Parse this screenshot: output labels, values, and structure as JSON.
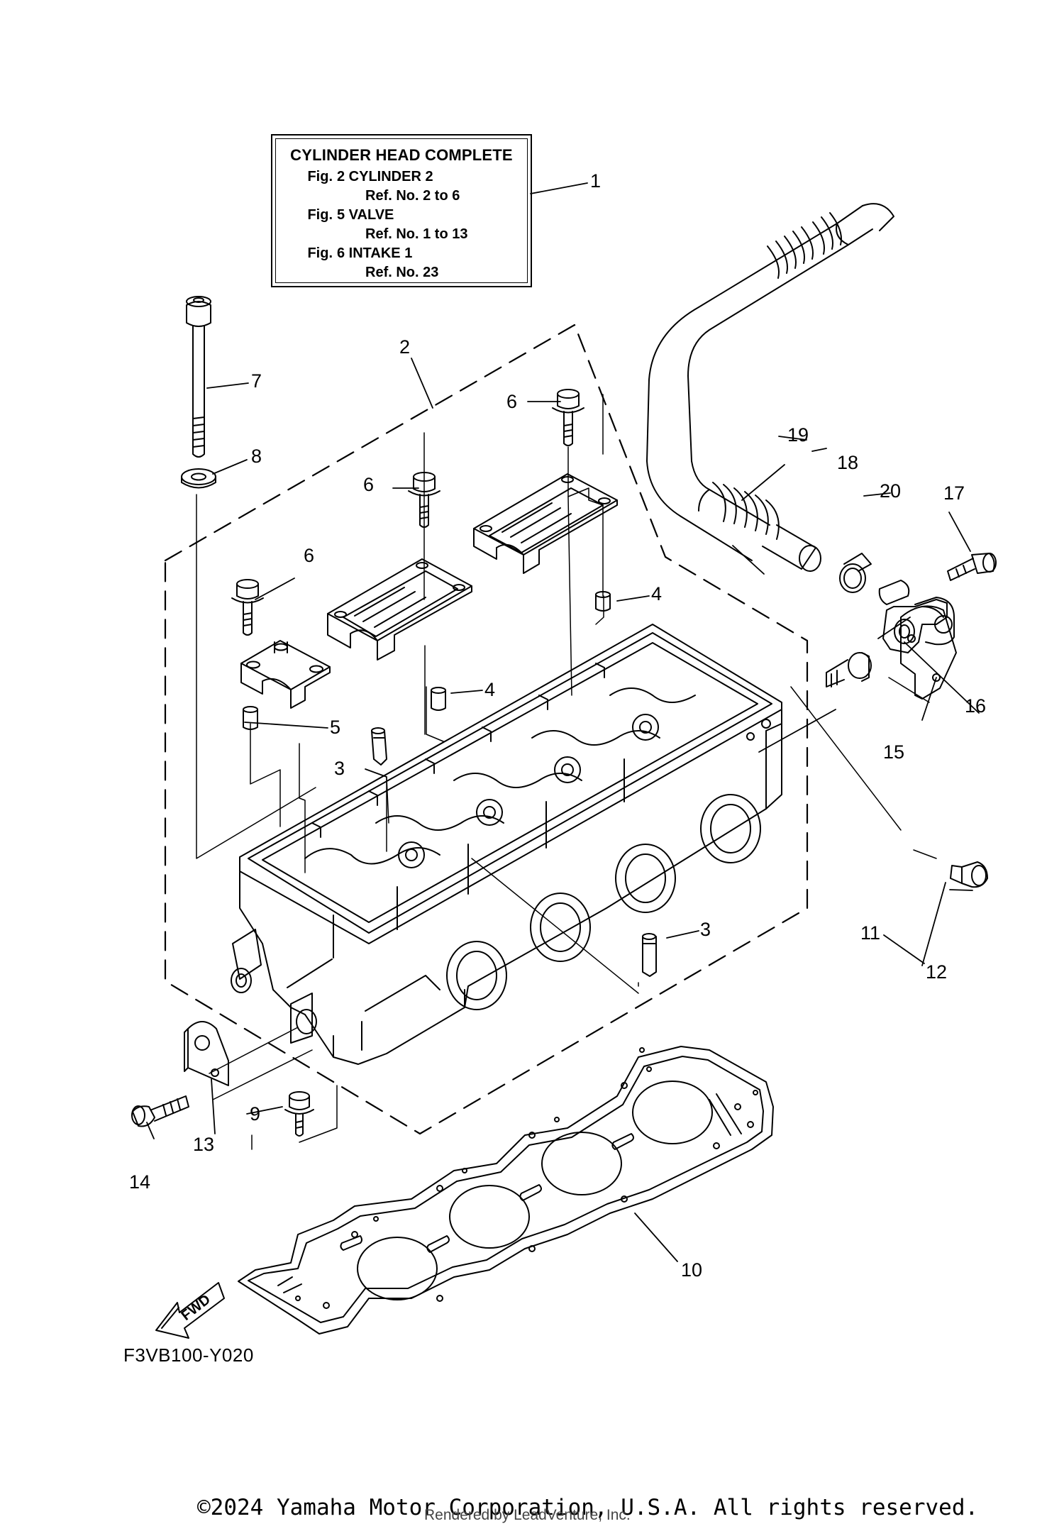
{
  "legend": {
    "title": "CYLINDER HEAD COMPLETE",
    "rows": [
      {
        "fig": "Fig.",
        "text": "2 CYLINDER 2"
      },
      {
        "ref": "Ref. No. 2 to 6"
      },
      {
        "fig": "Fig.",
        "text": "5 VALVE"
      },
      {
        "ref": "Ref. No. 1 to 13"
      },
      {
        "fig": "Fig.",
        "text": "6 INTAKE 1"
      },
      {
        "ref": "Ref. No. 23"
      }
    ]
  },
  "callouts": {
    "c1": "1",
    "c2": "2",
    "c3a": "3",
    "c3b": "3",
    "c4a": "4",
    "c4b": "4",
    "c5": "5",
    "c6a": "6",
    "c6b": "6",
    "c6c": "6",
    "c7": "7",
    "c8": "8",
    "c9": "9",
    "c10": "10",
    "c11": "11",
    "c12": "12",
    "c13": "13",
    "c14": "14",
    "c15": "15",
    "c16": "16",
    "c17": "17",
    "c18": "18",
    "c19": "19",
    "c20": "20"
  },
  "fwd_label": "FWD",
  "figure_code": "F3VB100-Y020",
  "copyright": "©2024 Yamaha Motor Corporation, U.S.A. All rights reserved.",
  "rendered_by": "Rendered by LeadVenture, Inc."
}
